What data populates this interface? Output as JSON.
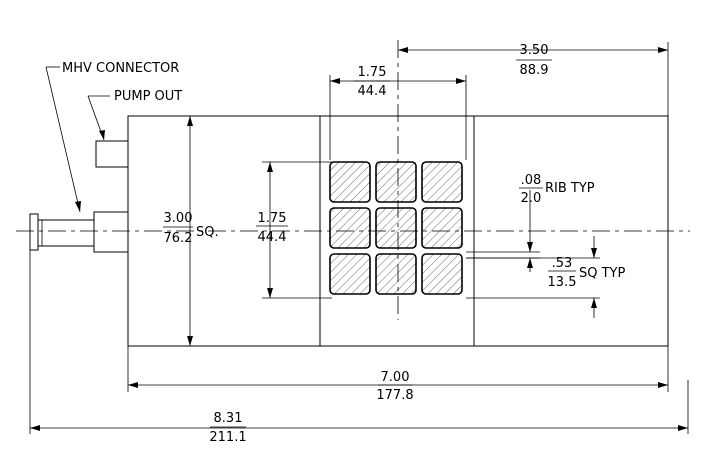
{
  "labels": {
    "mhv_connector": "MHV CONNECTOR",
    "pump_out": "PUMP OUT"
  },
  "dimensions": {
    "overall_top_in": "3.50",
    "overall_top_mm": "88.9",
    "window_width_in": "1.75",
    "window_width_mm": "44.4",
    "body_height_in": "3.00",
    "body_height_mm": "76.2",
    "body_height_suffix": "SQ.",
    "window_height_in": "1.75",
    "window_height_mm": "44.4",
    "rib_in": ".08",
    "rib_mm": "2.0",
    "rib_suffix": "RIB TYP",
    "cell_in": ".53",
    "cell_mm": "13.5",
    "cell_suffix": "SQ TYP",
    "body_length_in": "7.00",
    "body_length_mm": "177.8",
    "total_length_in": "8.31",
    "total_length_mm": "211.1"
  },
  "grid": {
    "rows": 3,
    "cols": 3
  }
}
